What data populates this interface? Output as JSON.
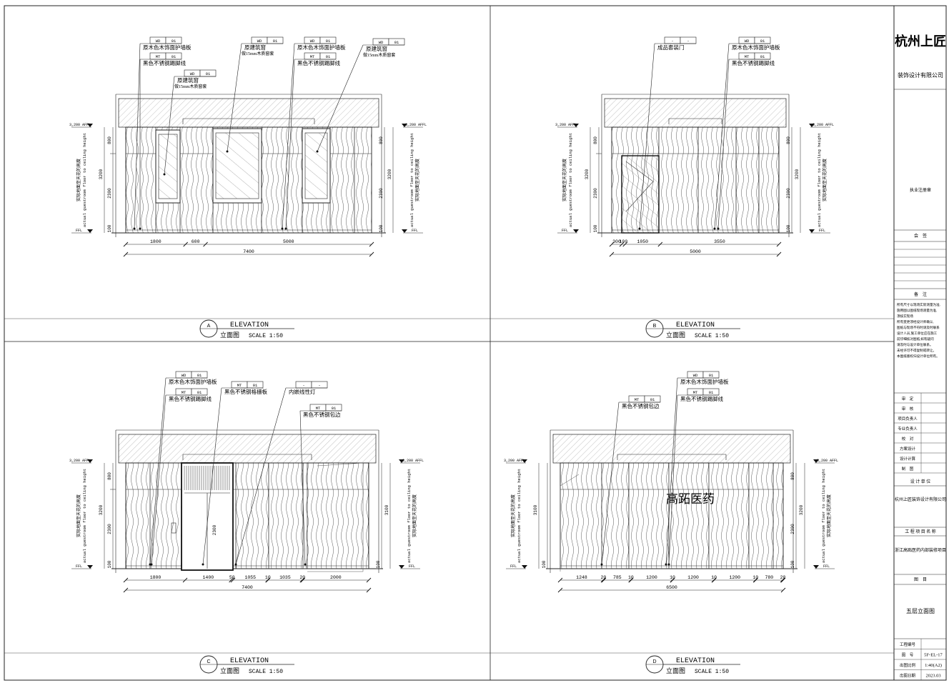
{
  "views": [
    {
      "id": "A",
      "title": "ELEVATION",
      "subtitle": "立面图",
      "scale": "SCALE 1:50",
      "callouts": [
        {
          "tag": "WD",
          "num": "01",
          "lines": [
            "原木色木饰面护墙板"
          ]
        },
        {
          "tag": "MT",
          "num": "01",
          "lines": [
            "黑色不锈钢踢脚线"
          ]
        },
        {
          "tag": "WD",
          "num": "01",
          "lines": [
            "原建筑窗",
            "做15mm木质窗套"
          ]
        },
        {
          "tag": "WD",
          "num": "01",
          "lines": [
            "原建筑窗",
            "做15mm木质窗套"
          ]
        },
        {
          "tag": "WD",
          "num": "01",
          "lines": [
            "原木色木饰面护墙板"
          ]
        },
        {
          "tag": "MT",
          "num": "01",
          "lines": [
            "黑色不锈钢踢脚线"
          ]
        },
        {
          "tag": "WD",
          "num": "01",
          "lines": [
            "原建筑窗",
            "做15mm木质窗套"
          ]
        }
      ],
      "left_labels": {
        "top": "3,200 AFFL",
        "bottom": "FFL",
        "v_text": [
          "实际地面至天花的高度",
          "actual guestroom floor to ceiling height"
        ]
      },
      "right_labels": {
        "top": "3,200 AFFL",
        "bottom": "FFL",
        "v_text": [
          "actual guestroom floor to ceiling height",
          "实际地面至天花的高度"
        ]
      },
      "vdims": {
        "upper": "800",
        "total": "3200",
        "mid": "2300",
        "base": "100"
      },
      "rvdims": {
        "upper": "800",
        "total": "3200",
        "mid": "2300",
        "base": "100"
      },
      "hdims": [
        "1800",
        "600",
        "5000"
      ],
      "total": "7400"
    },
    {
      "id": "B",
      "title": "ELEVATION",
      "subtitle": "立面图",
      "scale": "SCALE 1:50",
      "callouts": [
        {
          "tag": "-",
          "num": "-",
          "lines": [
            "成品套装门"
          ]
        },
        {
          "tag": "WD",
          "num": "01",
          "lines": [
            "原木色木饰面护墙板"
          ]
        },
        {
          "tag": "MT",
          "num": "01",
          "lines": [
            "黑色不锈钢踢脚线"
          ]
        }
      ],
      "left_labels": {
        "top": "3,200 AFFL",
        "bottom": "FFL",
        "v_text": [
          "实际地面至天花的高度",
          "actual guestroom floor to ceiling height"
        ]
      },
      "right_labels": {
        "top": "3,200 AFFL",
        "bottom": "FFL",
        "v_text": [
          "actual guestroom floor to ceiling height",
          "实际地面至天花的高度"
        ]
      },
      "vdims": {
        "upper": "800",
        "total": "3200",
        "mid": "2300",
        "base": "100"
      },
      "rvdims": {
        "upper": "800",
        "total": "3200",
        "mid": "2300",
        "base": "100"
      },
      "hdims": [
        "300",
        "100",
        "1050",
        "3550"
      ],
      "total": "5000"
    },
    {
      "id": "C",
      "title": "ELEVATION",
      "subtitle": "立面图",
      "scale": "SCALE 1:50",
      "callouts": [
        {
          "tag": "WD",
          "num": "01",
          "lines": [
            "原木色木饰面护墙板"
          ]
        },
        {
          "tag": "MT",
          "num": "01",
          "lines": [
            "黑色不锈钢踢脚线"
          ]
        },
        {
          "tag": "MT",
          "num": "01",
          "lines": [
            "黑色不锈钢格栅板"
          ]
        },
        {
          "tag": "-",
          "num": "-",
          "lines": [
            "内嵌线性灯"
          ]
        },
        {
          "tag": "MT",
          "num": "01",
          "lines": [
            "黑色不锈钢包边"
          ]
        }
      ],
      "left_labels": {
        "top": "3,200 AFFL",
        "bottom": "FFL",
        "v_text": [
          "实际地面至天花的高度",
          "actual guestroom floor to ceiling height"
        ]
      },
      "right_labels": {
        "top": "3,200 AFFL",
        "bottom": "FFL",
        "v_text": [
          "actual guestroom floor to ceiling height",
          "实际地面至天花的高度"
        ]
      },
      "vdims": {
        "upper": "800",
        "total": "3200",
        "mid": "2300",
        "base": "100"
      },
      "rvdims": {
        "upper": "",
        "total": "3100",
        "mid": "",
        "base": "100"
      },
      "door_dim": "2300",
      "hdims": [
        "1800",
        "1400",
        "50",
        "1055",
        "10",
        "1035",
        "20",
        "2000"
      ],
      "total": "7400"
    },
    {
      "id": "D",
      "title": "ELEVATION",
      "subtitle": "立面图",
      "scale": "SCALE 1:50",
      "sign": "高跖医药",
      "callouts": [
        {
          "tag": "MT",
          "num": "01",
          "lines": [
            "黑色不锈钢包边"
          ]
        },
        {
          "tag": "WD",
          "num": "01",
          "lines": [
            "原木色木饰面护墙板"
          ]
        },
        {
          "tag": "MT",
          "num": "01",
          "lines": [
            "黑色不锈钢踢脚线"
          ]
        }
      ],
      "left_labels": {
        "top": "3,200 AFFL",
        "bottom": "FFL",
        "v_text": [
          "实际地面至天花的高度",
          "actual guestroom floor to ceiling height"
        ]
      },
      "right_labels": {
        "top": "3,200 AFFL",
        "bottom": "FFL",
        "v_text": [
          "actual guestroom floor to ceiling height",
          "实际地面至天花的高度"
        ]
      },
      "vdims": {
        "upper": "",
        "total": "3100",
        "mid": "",
        "base": "100"
      },
      "rvdims": {
        "upper": "800",
        "total": "3200",
        "mid": "2300",
        "base": "100"
      },
      "hdims": [
        "1248",
        "20",
        "785",
        "10",
        "1200",
        "10",
        "1200",
        "10",
        "1200",
        "10",
        "780",
        "20"
      ],
      "total": "6500"
    }
  ],
  "title_block": {
    "company": "杭州上匠",
    "company_sub": "装饰设计有限公司",
    "stamp_label": "执业注册章",
    "sign_label": "会　签",
    "notes_label": "备　注",
    "notes": [
      "所有尺寸以现场实际测量为准,",
      "施用图以图纸现场测量为准,",
      "须核实现场",
      "所有变更须经设计师确认,",
      "图纸与现场不符时请及时联系",
      "设计人员,施工单位应在施工",
      "前仔细核对图纸,如有疑问",
      "请及时与设计单位联系。",
      "未经许可不得复制或转让。",
      "本图纸版权归设计单位所有。"
    ],
    "roles": [
      "审　定",
      "审　核",
      "项目负责人",
      "专业负责人",
      "校　对",
      "方案设计",
      "设计计算",
      "制　图"
    ],
    "design_unit_label": "设 计 单 位",
    "design_unit": "杭州上匠装饰设计有限公司",
    "project_label": "工 程 项 目 名 称",
    "project": "浙江高跖医药内部装修项目",
    "drawing_label": "图　目",
    "drawing": "五层立面图",
    "rows": [
      {
        "label": "工程编号",
        "value": ""
      },
      {
        "label": "图　号",
        "value": "5F-EL-17"
      },
      {
        "label": "出图比例",
        "value": "1:40(A2)"
      },
      {
        "label": "出图日期",
        "value": "2023.03"
      }
    ]
  }
}
